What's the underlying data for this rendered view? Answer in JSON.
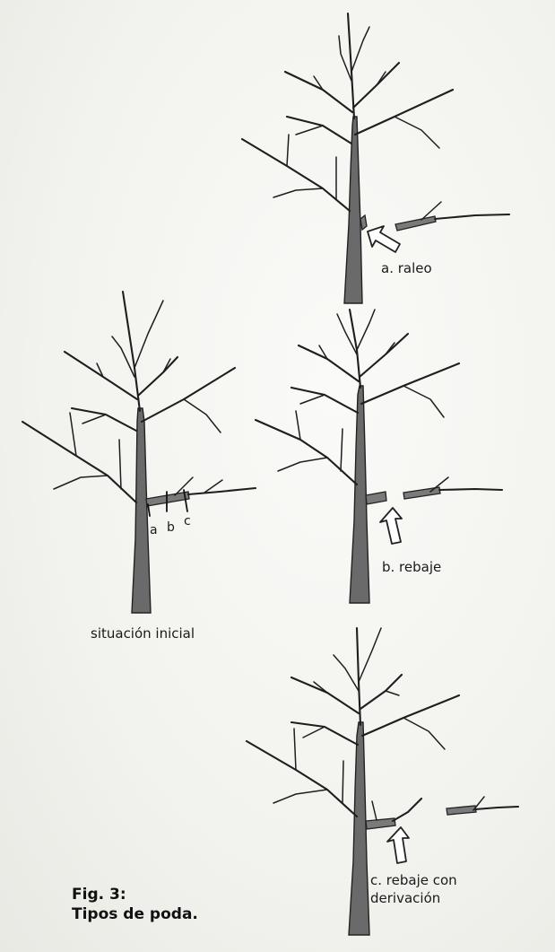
{
  "figure": {
    "labels": {
      "raleo": "a. raleo",
      "rebaje": "b. rebaje",
      "rebaje_derivacion_line1": "c. rebaje con",
      "rebaje_derivacion_line2": "derivación",
      "situacion_inicial": "situación inicial",
      "cut_a": "a",
      "cut_b": "b",
      "cut_c": "c"
    },
    "caption": {
      "line1": "Fig. 3:",
      "line2": "Tipos de poda."
    }
  }
}
